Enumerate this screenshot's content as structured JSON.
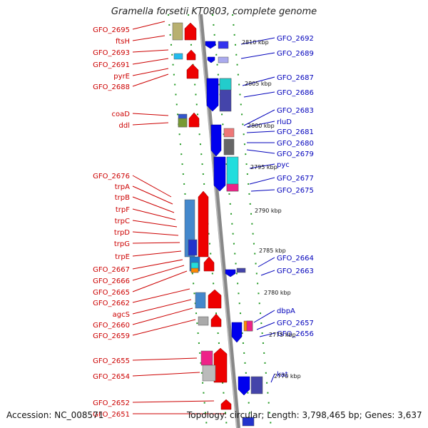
{
  "title": "Gramella forsetii KT0803, complete genome",
  "accession": "Accession: NC_008571",
  "topology": "Topology: circular; Length: 3,798,465 bp; Genes: 3,637",
  "colors": {
    "forward": "#ee0000",
    "reverse": "#0000ee",
    "left_label": "#cc0000",
    "right_label": "#0000bb",
    "backbone": "#999999",
    "dots": "#229922"
  },
  "kbp_ticks": [
    "2810 kbp",
    "2805 kbp",
    "2800 kbp",
    "2795 kbp",
    "2790 kbp",
    "2785 kbp",
    "2780 kbp",
    "2775 kbp",
    "2770 kbp"
  ],
  "left_genes": [
    "GFO_2695",
    "ftsH",
    "GFO_2693",
    "GFO_2691",
    "pyrE",
    "GFO_2688",
    "coaD",
    "ddl",
    "GFO_2676",
    "trpA",
    "trpB",
    "trpF",
    "trpC",
    "trpD",
    "trpG",
    "trpE",
    "GFO_2667",
    "GFO_2666",
    "GFO_2665",
    "GFO_2662",
    "agcS",
    "GFO_2660",
    "GFO_2659",
    "GFO_2655",
    "GFO_2654",
    "GFO_2652",
    "GFO_2651"
  ],
  "right_genes": [
    "GFO_2692",
    "GFO_2689",
    "GFO_2687",
    "GFO_2686",
    "GFO_2683",
    "rluD",
    "GFO_2681",
    "GFO_2680",
    "GFO_2679",
    "pyc",
    "GFO_2677",
    "GFO_2675",
    "GFO_2664",
    "GFO_2663",
    "dbpA",
    "GFO_2657",
    "GFO_2656",
    "kat"
  ]
}
